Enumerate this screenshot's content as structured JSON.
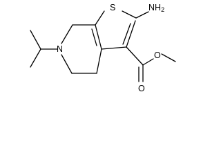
{
  "molecule": {
    "atoms": {
      "sulfur": "S",
      "amino": "NH",
      "amino_subscript": "2",
      "ring_nitrogen": "N",
      "carbonyl_oxygen": "O",
      "ester_oxygen": "O"
    }
  }
}
